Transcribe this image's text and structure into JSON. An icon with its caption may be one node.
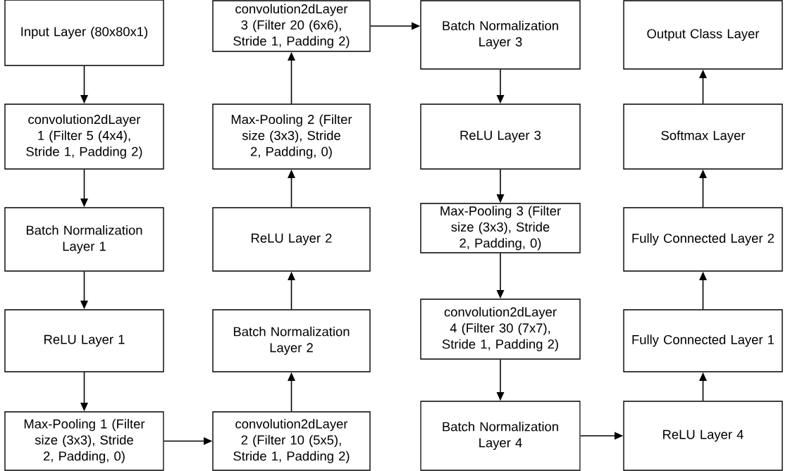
{
  "diagram": {
    "nodes": [
      {
        "text": [
          "Input Layer (80x80x1)"
        ]
      },
      {
        "text": [
          "convolution2dLayer 1 (Filter 5 (4x4), Stride 1, Padding 2)"
        ]
      },
      {
        "text": [
          "Batch Normalization Layer 1"
        ]
      },
      {
        "text": [
          "ReLU Layer 1"
        ]
      },
      {
        "text": [
          "Max-Pooling 1 (Filter size (3x3), Stride 2, Padding, 0)"
        ]
      },
      {
        "text": [
          "convolution2dLayer 2 (Filter 10 (5x5), Stride 1, Padding 2)"
        ]
      },
      {
        "text": [
          "Batch Normalization Layer 2"
        ]
      },
      {
        "text": [
          "ReLU Layer 2"
        ]
      },
      {
        "text": [
          "Max-Pooling 2 (Filter size (3x3), Stride 2, Padding, 0)"
        ]
      },
      {
        "text": [
          "convolution2dLayer 3 (Filter 20 (6x6), Stride 1, Padding 2)"
        ]
      },
      {
        "text": [
          "Batch Normalization Layer 3"
        ]
      },
      {
        "text": [
          "ReLU Layer 3"
        ]
      },
      {
        "text": [
          "Max-Pooling 3 (Filter size (3x3), Stride 2, Padding, 0)"
        ]
      },
      {
        "text": [
          "convolution2dLayer 4 (Filter 30 (7x7), Stride 1, Padding 2)"
        ]
      },
      {
        "text": [
          "Batch Normalization Layer 4"
        ]
      },
      {
        "text": [
          "ReLU Layer 4"
        ]
      },
      {
        "text": [
          "Fully Connected Layer 1"
        ]
      },
      {
        "text": [
          "Fully Connected Layer 2"
        ]
      },
      {
        "text": [
          "Softmax Layer"
        ]
      },
      {
        "text": [
          "Output Class Layer"
        ]
      }
    ],
    "edges": [
      {
        "from": 0,
        "to": 1,
        "arrow": "to"
      },
      {
        "from": 1,
        "to": 2,
        "arrow": "to"
      },
      {
        "from": 2,
        "to": 3,
        "arrow": "to"
      },
      {
        "from": 3,
        "to": 4,
        "arrow": "to"
      },
      {
        "from": 4,
        "to": 5,
        "arrow": "to"
      },
      {
        "from": 5,
        "to": 6,
        "arrow": "to"
      },
      {
        "from": 6,
        "to": 7,
        "arrow": "to"
      },
      {
        "from": 7,
        "to": 8,
        "arrow": "to"
      },
      {
        "from": 8,
        "to": 9,
        "arrow": "to"
      },
      {
        "from": 9,
        "to": 10,
        "arrow": "to"
      },
      {
        "from": 10,
        "to": 11,
        "arrow": "to"
      },
      {
        "from": 11,
        "to": 12,
        "arrow": "to"
      },
      {
        "from": 12,
        "to": 13,
        "arrow": "to"
      },
      {
        "from": 13,
        "to": 14,
        "arrow": "to"
      },
      {
        "from": 14,
        "to": 15,
        "arrow": "to"
      },
      {
        "from": 15,
        "to": 16,
        "arrow": "to"
      },
      {
        "from": 16,
        "to": 17,
        "arrow": "to"
      },
      {
        "from": 17,
        "to": 18,
        "arrow": "to"
      },
      {
        "from": 18,
        "to": 19,
        "arrow": "to"
      }
    ]
  }
}
